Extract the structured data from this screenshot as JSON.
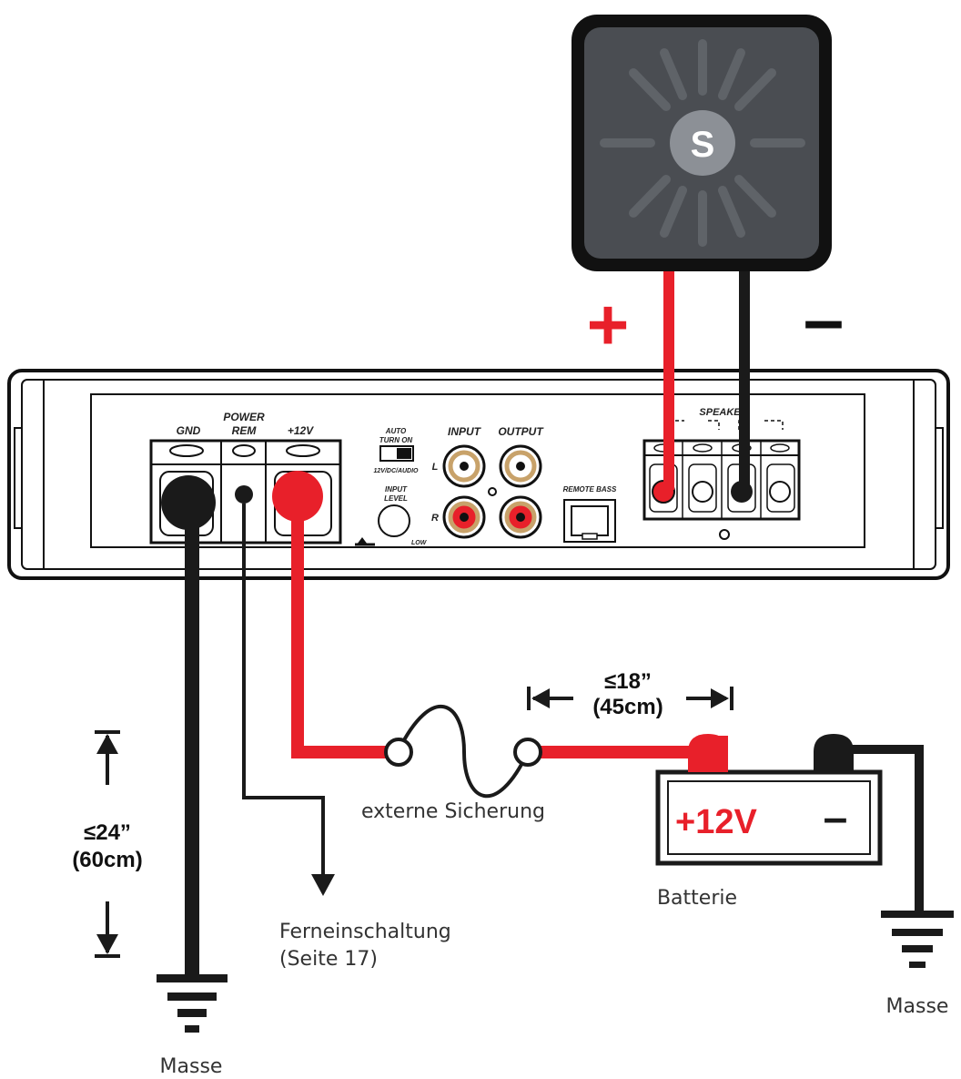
{
  "amplifier": {
    "gnd_label": "GND",
    "power_label": "POWER",
    "rem_label": "REM",
    "plus12v_label": "+12V",
    "auto_label": "AUTO",
    "turn_on_label": "TURN ON",
    "switch_label": "12V/DC/AUDIO",
    "input_label": "INPUT",
    "output_label": "OUTPUT",
    "left_label": "L",
    "right_label": "R",
    "input_level_line1": "INPUT",
    "input_level_line2": "LEVEL",
    "low_label": "LOW",
    "remote_bass_label": "REMOTE BASS",
    "speaker_label": "SPEAKER"
  },
  "speaker": {
    "logo_letter": "S",
    "plus_sign": "+",
    "minus_sign": "–"
  },
  "dimensions": {
    "battery_distance_line1": "≤18”",
    "battery_distance_line2": "(45cm)",
    "ground_distance_line1": "≤24”",
    "ground_distance_line2": "(60cm)"
  },
  "labels": {
    "fuse": "externe Sicherung",
    "remote_line1": "Ferneinschaltung",
    "remote_line2": "(Seite 17)",
    "battery": "Batterie",
    "ground_left": "Masse",
    "ground_right": "Masse"
  },
  "battery": {
    "plus_label": "+12V",
    "minus_label": "–"
  },
  "colors": {
    "wire_red": "#e8202a",
    "wire_black": "#1a1a1a",
    "speaker_body": "#4a4d52"
  }
}
